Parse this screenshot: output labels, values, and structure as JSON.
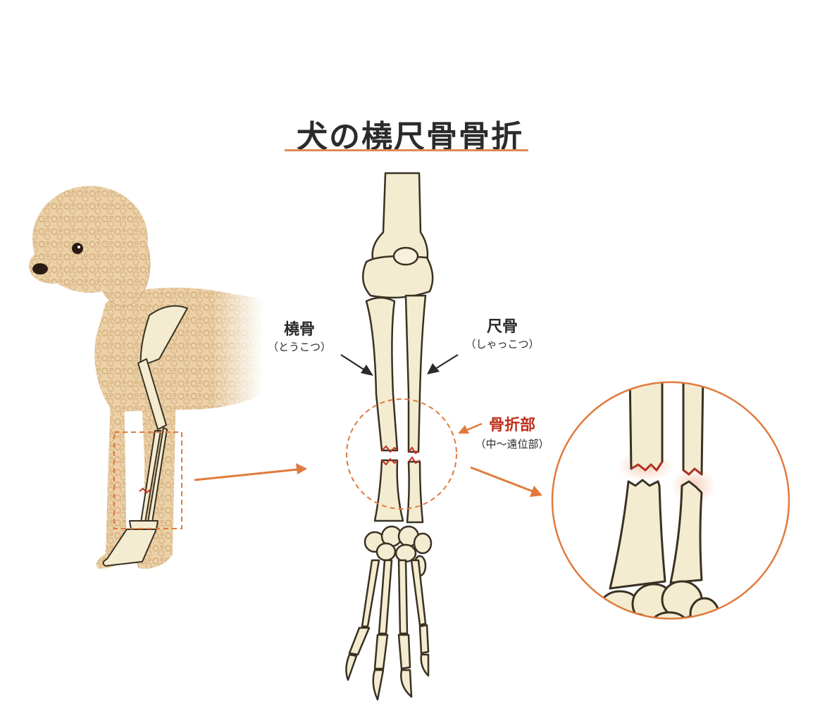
{
  "title": "犬の橈尺骨骨折",
  "labels": {
    "radius": {
      "name": "橈骨",
      "reading": "（とうこつ）"
    },
    "ulna": {
      "name": "尺骨",
      "reading": "（しゃっこつ）"
    },
    "fracture": {
      "name": "骨折部",
      "location": "（中〜遠位部）"
    }
  },
  "colors": {
    "accent": "#e07a3c",
    "fracture_red": "#c0301e",
    "bone_fill": "#f4ecd0",
    "bone_outline": "#3a3124",
    "dog_coat": "#ecd1a7",
    "title_text": "#2b2b2b"
  }
}
